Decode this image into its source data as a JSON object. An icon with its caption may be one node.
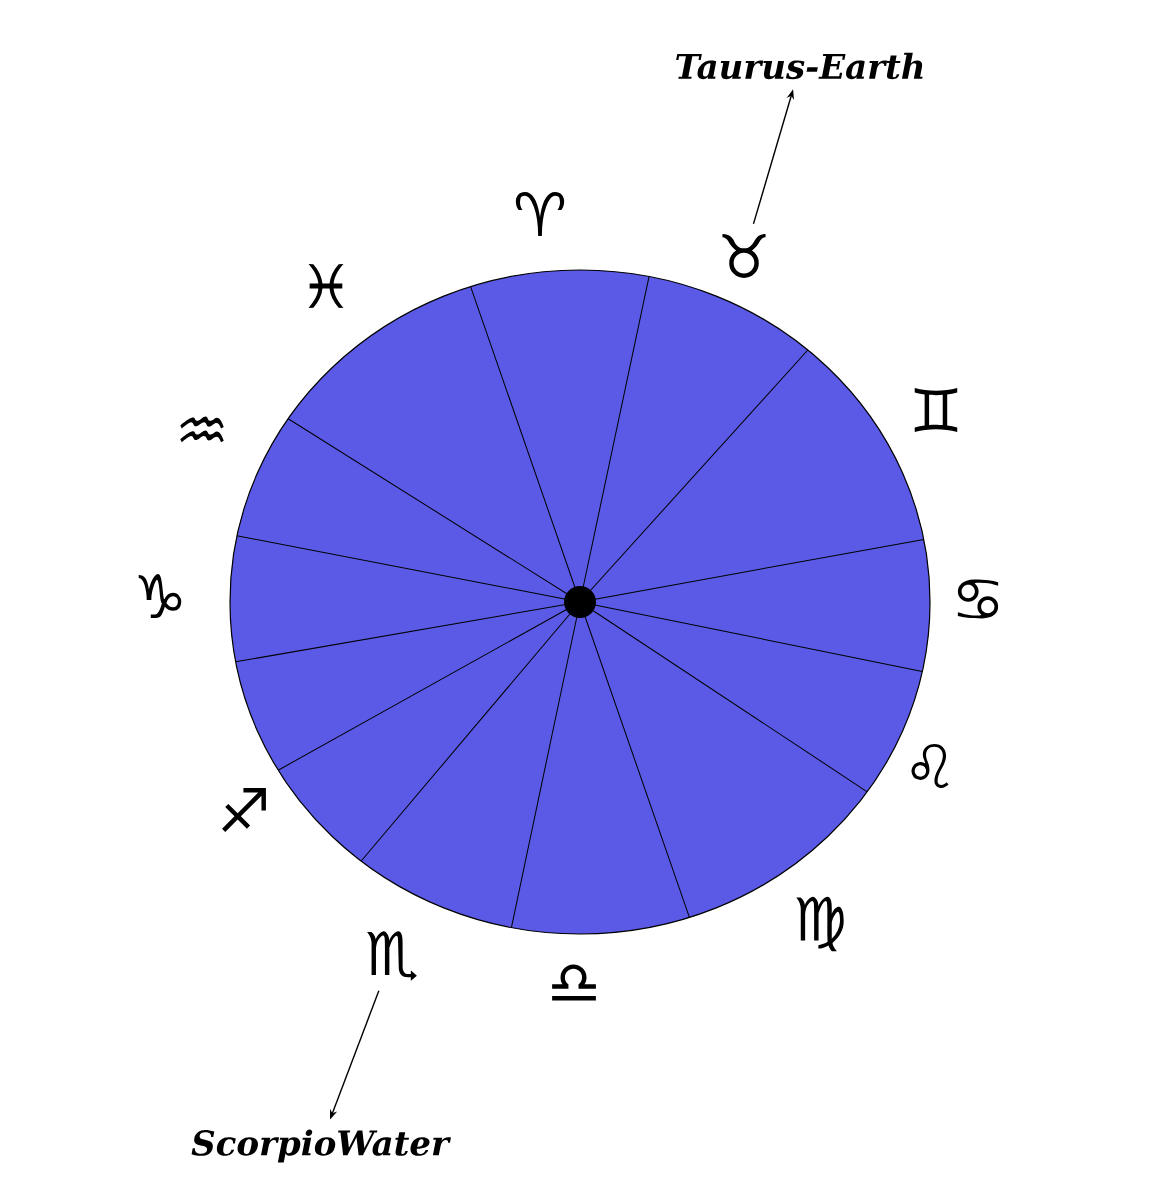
{
  "diagram": {
    "nodes": [
      {
        "text": [
          "Taurus-Earth"
        ]
      },
      {
        "text": [
          "♉"
        ]
      },
      {
        "text": [
          "♏"
        ]
      },
      {
        "text": [
          "ScorpioWater"
        ]
      }
    ],
    "edges": [
      {
        "from": 1,
        "to": 0,
        "arrow": "to"
      },
      {
        "from": 2,
        "to": 3,
        "arrow": "to"
      }
    ],
    "labels": [
      "♈",
      "♊",
      "♋",
      "♌",
      "♍",
      "♎",
      "♐",
      "♑",
      "♒",
      "♓"
    ]
  }
}
